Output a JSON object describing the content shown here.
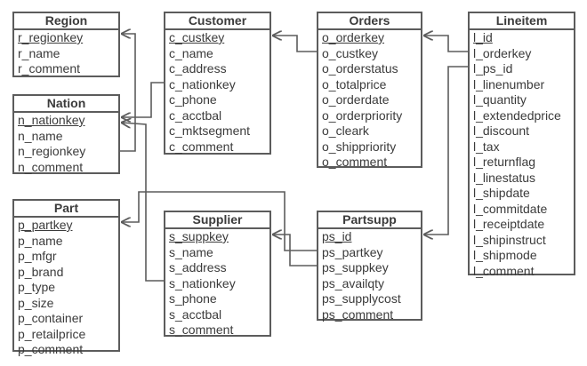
{
  "tables": {
    "region": {
      "title": "Region",
      "fields": [
        "r_regionkey",
        "r_name",
        "r_comment"
      ]
    },
    "nation": {
      "title": "Nation",
      "fields": [
        "n_nationkey",
        "n_name",
        "n_regionkey",
        "n_comment"
      ]
    },
    "part": {
      "title": "Part",
      "fields": [
        "p_partkey",
        "p_name",
        "p_mfgr",
        "p_brand",
        "p_type",
        "p_size",
        "p_container",
        "p_retailprice",
        "p_comment"
      ]
    },
    "customer": {
      "title": "Customer",
      "fields": [
        "c_custkey",
        "c_name",
        "c_address",
        "c_nationkey",
        "c_phone",
        "c_acctbal",
        "c_mktsegment",
        "c_comment"
      ]
    },
    "supplier": {
      "title": "Supplier",
      "fields": [
        "s_suppkey",
        "s_name",
        "s_address",
        "s_nationkey",
        "s_phone",
        "s_acctbal",
        "s_comment"
      ]
    },
    "orders": {
      "title": "Orders",
      "fields": [
        "o_orderkey",
        "o_custkey",
        "o_orderstatus",
        "o_totalprice",
        "o_orderdate",
        "o_orderpriority",
        "o_cleark",
        "o_shippriority",
        "o_comment"
      ]
    },
    "partsupp": {
      "title": "Partsupp",
      "fields": [
        "ps_id",
        "ps_partkey",
        "ps_suppkey",
        "ps_availqty",
        "ps_supplycost",
        "ps_comment"
      ]
    },
    "lineitem": {
      "title": "Lineitem",
      "fields": [
        "l_id",
        "l_orderkey",
        "l_ps_id",
        "l_linenumber",
        "l_quantity",
        "l_extendedprice",
        "l_discount",
        "l_tax",
        "l_returnflag",
        "l_linestatus",
        "l_shipdate",
        "l_commitdate",
        "l_receiptdate",
        "l_shipinstruct",
        "l_shipmode",
        "l_comment"
      ]
    }
  }
}
